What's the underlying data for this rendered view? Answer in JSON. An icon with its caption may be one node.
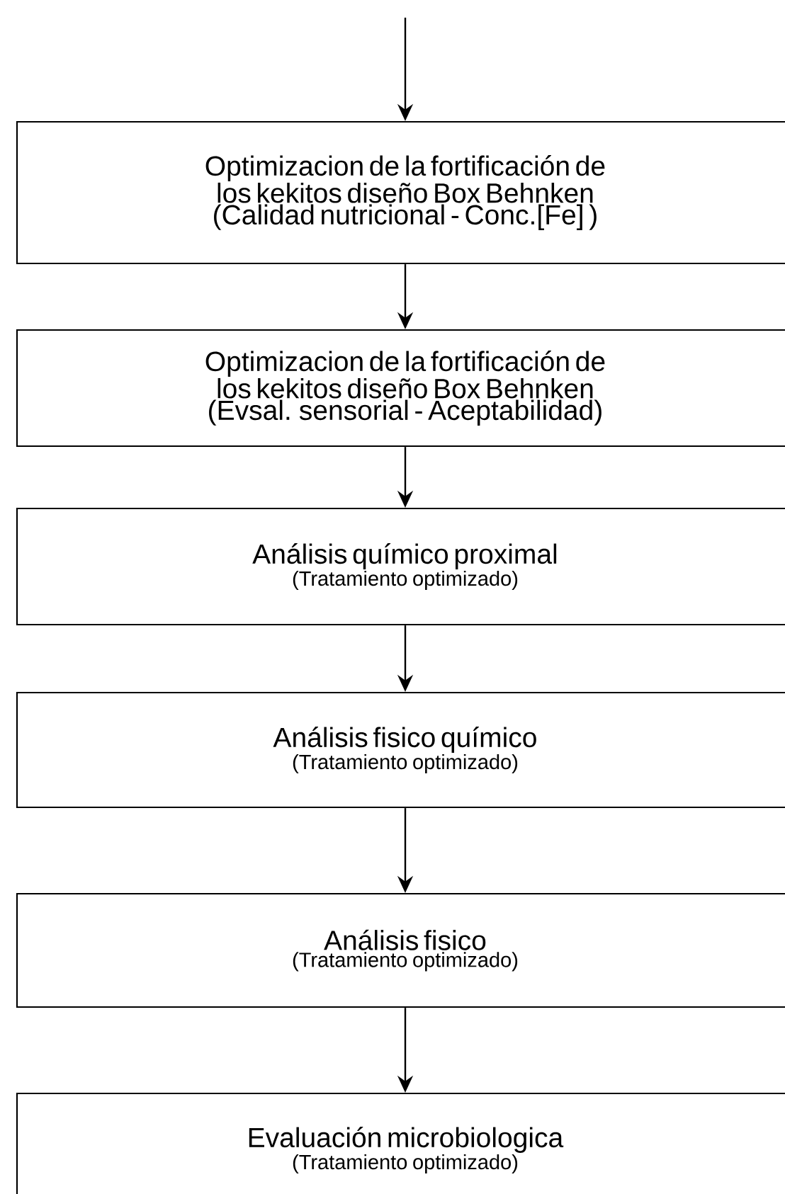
{
  "diagram": {
    "nodes": [
      {
        "text": [
          "Optimizacion de la fortificación de los kekitos diseño Box Behnken",
          "(Calidad nutricional - Conc.[Fe] )"
        ]
      },
      {
        "text": [
          "Optimizacion de la fortificación de los kekitos diseño Box Behnken",
          "(Evsal. sensorial - Aceptabilidad)"
        ]
      },
      {
        "text": [
          "Análisis químico proximal",
          "(Tratamiento optimizado)"
        ]
      },
      {
        "text": [
          "Análisis fisico químico",
          "(Tratamiento optimizado)"
        ]
      },
      {
        "text": [
          "Análisis fisico",
          "(Tratamiento optimizado)"
        ]
      },
      {
        "text": [
          "Evaluación microbiologica",
          "(Tratamiento optimizado)"
        ]
      }
    ],
    "edges": [
      {
        "from": null,
        "to": 0,
        "arrow": "to"
      },
      {
        "from": 0,
        "to": 1,
        "arrow": "to"
      },
      {
        "from": 1,
        "to": 2,
        "arrow": "to"
      },
      {
        "from": 2,
        "to": 3,
        "arrow": "to"
      },
      {
        "from": 3,
        "to": 4,
        "arrow": "to"
      },
      {
        "from": 4,
        "to": 5,
        "arrow": "to"
      }
    ]
  }
}
